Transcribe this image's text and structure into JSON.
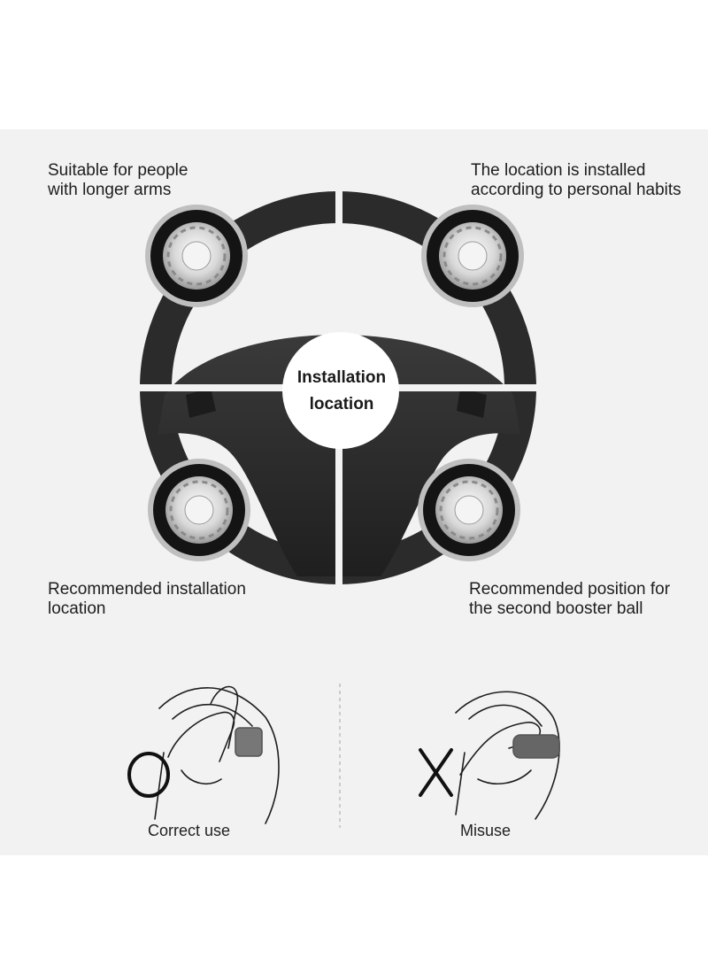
{
  "labels": {
    "top_left": [
      "Suitable for people",
      "with longer arms"
    ],
    "top_right": [
      "The location is installed",
      "according to personal habits"
    ],
    "bottom_left": [
      "Recommended installation",
      "location"
    ],
    "bottom_right": [
      "Recommended position for",
      "the second booster ball"
    ]
  },
  "center_label": [
    "Installation",
    "location"
  ],
  "usage": {
    "correct": {
      "symbol": "O",
      "caption": "Correct use"
    },
    "misuse": {
      "symbol": "X",
      "caption": "Misuse"
    }
  },
  "colors": {
    "background": "#f2f2f2",
    "wheel": "#2b2b2b",
    "knob_ring": "#c9c9c9",
    "knob_band": "#141414"
  },
  "icons": [
    "steering-wheel-icon",
    "booster-knob-icon",
    "hand-correct-icon",
    "hand-misuse-icon"
  ]
}
